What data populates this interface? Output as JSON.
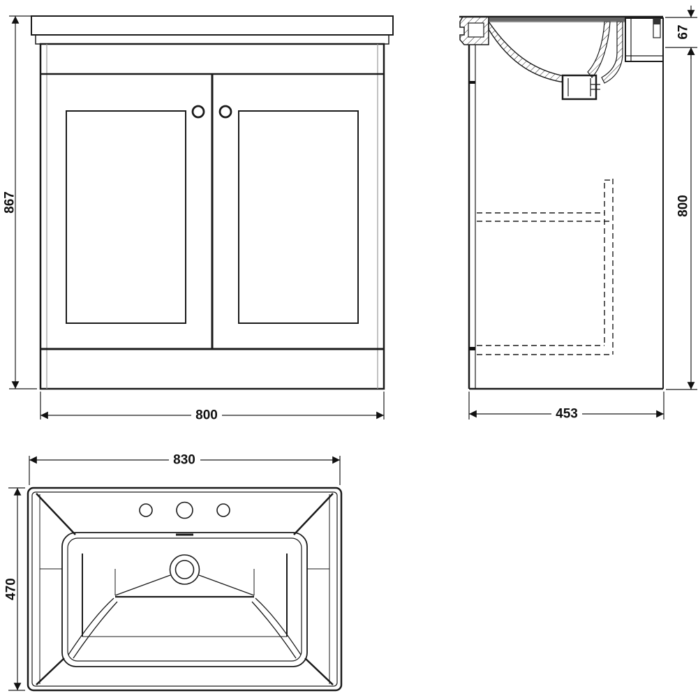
{
  "colors": {
    "line": "#1a1a1a",
    "gray_line": "#9a9a9a",
    "background": "#ffffff",
    "section_fill": "#666666"
  },
  "views": {
    "front": {
      "dims": {
        "height": "867",
        "width": "800"
      }
    },
    "side": {
      "dims": {
        "basin_height": "67",
        "cabinet_height": "800",
        "depth": "453"
      }
    },
    "plan": {
      "dims": {
        "width": "830",
        "depth": "470"
      }
    }
  }
}
